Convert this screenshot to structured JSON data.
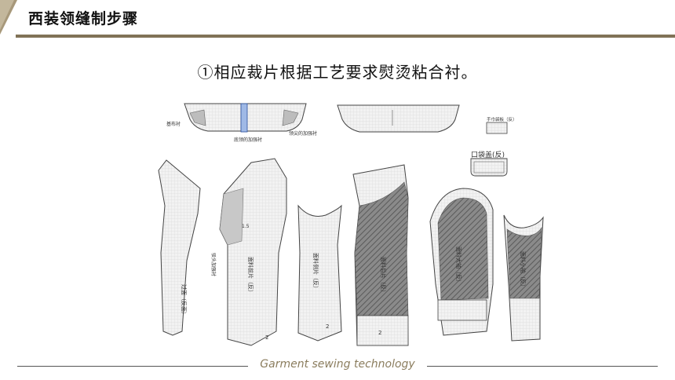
{
  "header": {
    "title": "西装领缝制步骤",
    "accent_color": "#a7987a",
    "line_color": "#807257"
  },
  "step": {
    "text": "①相应裁片根据工艺要求熨烫粘合衬。"
  },
  "diagram": {
    "labels": {
      "collar_base_interlining": "基布衬",
      "collar_bottom_reinforce": "底领的加强衬",
      "collar_tip_reinforce": "领尖的加强衬",
      "pocket_square_lining": "手巾袋板（反）",
      "pocket_flap": "口袋盖(反)",
      "facing": "过面（反面）",
      "lapel_reinforce": "驳头加强衬",
      "front_piece": "面料前片（反）",
      "side_piece": "面料侧片（反）",
      "back_piece": "面料后片（反）",
      "big_sleeve": "面料大袖（反）",
      "small_sleeve": "面料小袖（反）",
      "measure_15": "1.5",
      "num_2a": "2",
      "num_2b": "2",
      "num_2c": "2"
    }
  },
  "footer": {
    "text": "Garment sewing technology",
    "text_color": "#8b7d5e"
  }
}
